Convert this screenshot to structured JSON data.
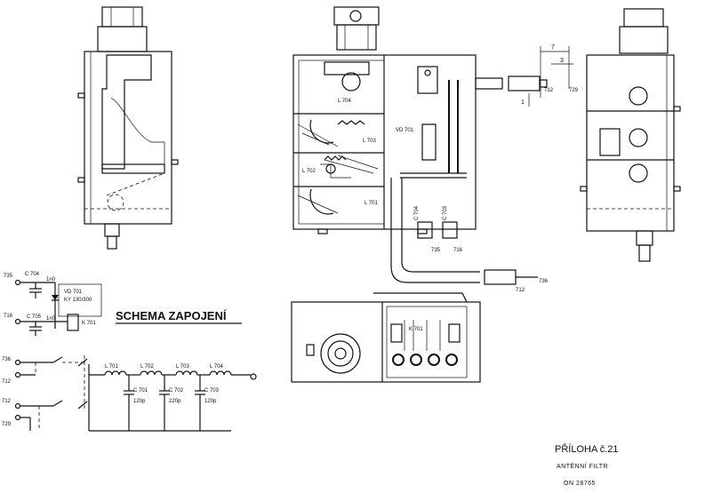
{
  "diagram": {
    "component_labels": {
      "l701": "L 701",
      "l702": "L 702",
      "l703": "L 703",
      "l704": "L 704",
      "vd701": "VD 701",
      "c704": "C 704",
      "c703": "C 703",
      "k701": "K 701"
    },
    "terminals": [
      "735",
      "712",
      "729",
      "716",
      "736"
    ],
    "dimensions": {
      "d7": "7",
      "d3": "3",
      "d1": "1"
    },
    "schematic": {
      "title": "SCHEMA ZAPOJENÍ",
      "c704": "C 704",
      "c704_val": "1n0",
      "vd701": "VD 701",
      "vd701_type": "KY 130/300",
      "c705": "C 705",
      "c705_val": "1n0",
      "k701": "K 701",
      "l701": "L 701",
      "l702": "L 702",
      "l703": "L 703",
      "l704": "L 704",
      "c701": "C 701",
      "c701_val": "120p",
      "c702": "C 702",
      "c702_val": "220p",
      "c703": "C 703",
      "c703_val": "120p",
      "t735": "735",
      "t716": "716",
      "t712a": "712",
      "t736": "736",
      "t712b": "712",
      "t729": "729"
    },
    "footer": {
      "priloha": "PŘÍLOHA č.21",
      "name": "ANTÉNNÍ FILTR",
      "code": "ON 28765"
    }
  }
}
